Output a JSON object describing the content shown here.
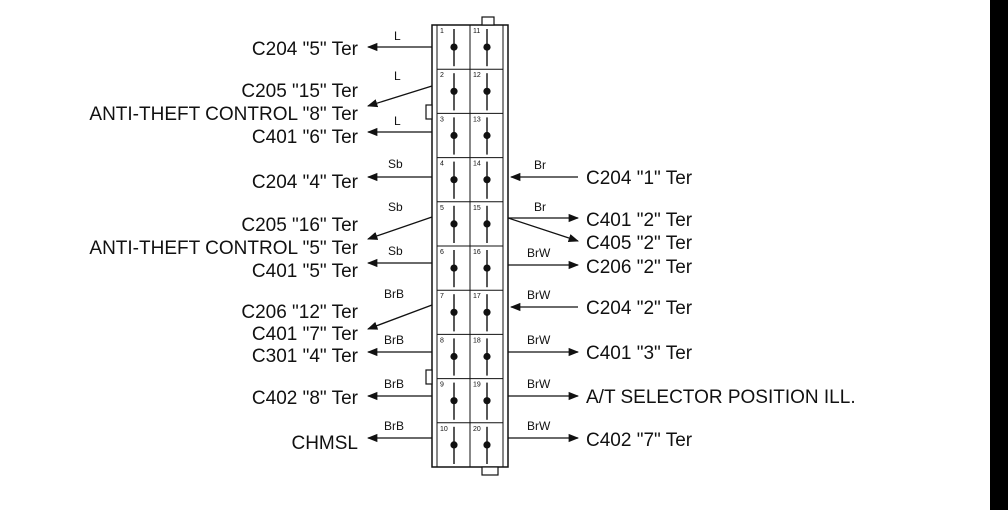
{
  "connector": {
    "pins_left": [
      "1",
      "2",
      "3",
      "4",
      "5",
      "6",
      "7",
      "8",
      "9",
      "10"
    ],
    "pins_right": [
      "11",
      "12",
      "13",
      "14",
      "15",
      "16",
      "17",
      "18",
      "19",
      "20"
    ]
  },
  "left_labels": [
    "C204 \"5\" Ter",
    "C205 \"15\" Ter",
    "ANTI-THEFT CONTROL \"8\" Ter",
    "C401 \"6\" Ter",
    "C204 \"4\" Ter",
    "C205 \"16\" Ter",
    "ANTI-THEFT CONTROL \"5\" Ter",
    "C401 \"5\" Ter",
    "C206 \"12\" Ter",
    "C401 \"7\" Ter",
    "C301 \"4\" Ter",
    "C402 \"8\" Ter",
    "CHMSL"
  ],
  "right_labels": [
    "C204 \"1\" Ter",
    "C401 \"2\" Ter",
    "C405 \"2\" Ter",
    "C206 \"2\" Ter",
    "C204 \"2\" Ter",
    "C401 \"3\" Ter",
    "A/T SELECTOR POSITION ILL.",
    "C402 \"7\" Ter"
  ],
  "left_wire_colors": [
    "L",
    "L",
    "L",
    "Sb",
    "Sb",
    "Sb",
    "BrB",
    "BrB",
    "BrB",
    "BrB"
  ],
  "right_wire_colors": [
    "Br",
    "Br",
    "BrW",
    "BrW",
    "BrW",
    "BrW",
    "BrW"
  ]
}
